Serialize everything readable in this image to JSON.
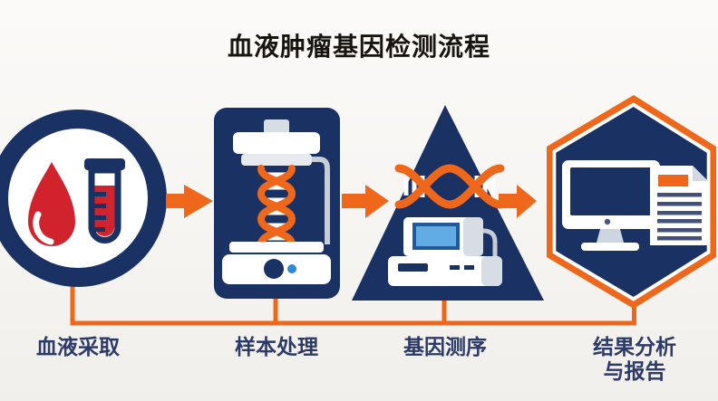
{
  "title": "血液肿瘤基因检测流程",
  "steps": [
    {
      "label": "血液采取",
      "shape": "circle",
      "icons": [
        "blood-drop-icon",
        "test-tube-icon"
      ]
    },
    {
      "label": "样本处理",
      "shape": "rounded-rect",
      "icons": [
        "dna-extraction-machine-icon"
      ]
    },
    {
      "label": "基因测序",
      "shape": "triangle",
      "icons": [
        "dna-strand-icon",
        "sequencer-icon"
      ]
    },
    {
      "label": "结果分析",
      "label_line2": "与报告",
      "shape": "hexagon",
      "icons": [
        "computer-monitor-icon",
        "report-document-icon"
      ]
    }
  ],
  "connectors": {
    "arrow_icon": "arrow-right-icon",
    "flow_line": "bottom-connector-line"
  },
  "colors": {
    "bg": "#f7f5f2",
    "navy": "#1a3263",
    "orange": "#ee671a",
    "red": "#d1232d",
    "title": "#18140e",
    "label": "#2c3a68",
    "lightgray": "#d7dde4",
    "palegray": "#e7ebef",
    "steel": "#c6cdd6",
    "screenblue": "#62ace4",
    "screenborder": "#24589c",
    "dotblue": "#2e86d6",
    "docline": "#42507a",
    "foldgray": "#d2d9e2",
    "standgray": "#ccd6e2"
  }
}
